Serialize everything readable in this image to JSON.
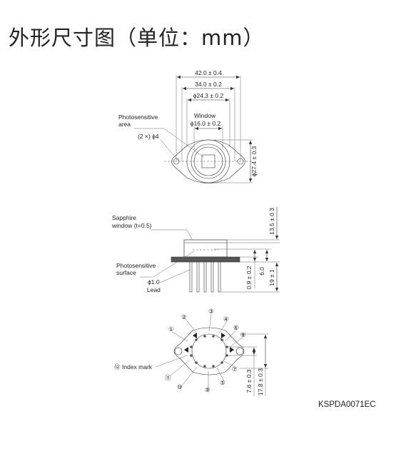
{
  "title": "外形尺寸图（单位：mm）",
  "drawing_code": "KSPDA0071EC",
  "top_view": {
    "dim_overall_width": "42.0 ± 0.4",
    "dim_hole_pitch": "34.0 ± 0.2",
    "dim_cap_dia": "ϕ24.3 ± 0.2",
    "window_label": "Window",
    "dim_window_dia": "ϕ16.0 ± 0.2",
    "photosensitive_area_label_1": "Photosensitive",
    "photosensitive_area_label_2": "area",
    "holes_label": "(2 ×) ϕ4",
    "dim_height": "ϕ27.4 ± 0.3"
  },
  "side_view": {
    "sapphire_label_1": "Sapphire",
    "sapphire_label_2": "window (t=0.5)",
    "dim_top": "13.5 ± 0.3",
    "photosensitive_surface_1": "Photosensitive",
    "photosensitive_surface_2": "surface",
    "lead_dia": "ϕ1.0",
    "lead_label": "Lead",
    "dim_lead_a": "0.9 ± 0.2",
    "dim_lead_b": "6.0",
    "dim_lead_c": "19 ± 1"
  },
  "bottom_view": {
    "pins": [
      "①",
      "②",
      "③",
      "④",
      "⑤",
      "⑥",
      "⑦",
      "⑧",
      "⑨",
      "⑩",
      "⑪",
      "⑫"
    ],
    "index_mark_label": "Index mark",
    "dim_a": "7.6 ± 0.3",
    "dim_b": "17.8 ± 0.3"
  }
}
